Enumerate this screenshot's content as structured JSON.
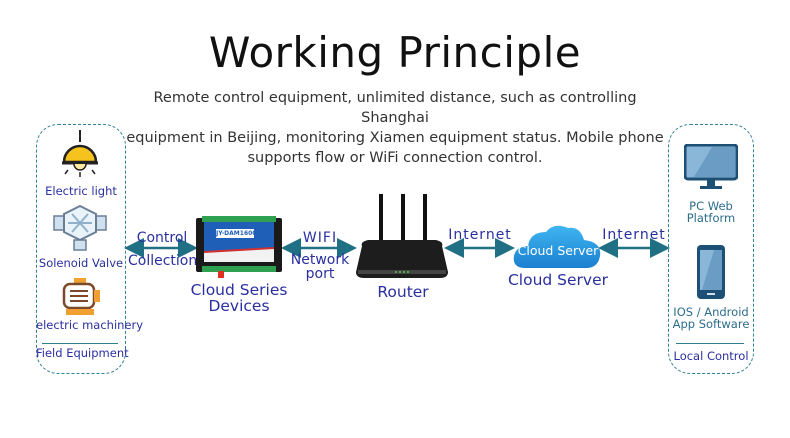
{
  "title": "Working Principle",
  "subtitle": [
    "Remote control equipment, unlimited distance, such as controlling Shanghai",
    "equipment in Beijing, monitoring Xiamen equipment status. Mobile phone",
    "supports flow or WiFi connection control."
  ],
  "field": {
    "items": [
      "Electric light",
      "Solenoid Valve",
      "electric machinery"
    ],
    "footer": "Field Equipment"
  },
  "links": {
    "control": "Control",
    "collection": "Collection",
    "wifi": "WIFI",
    "network": "Network",
    "port": "port",
    "internet1": "Internet",
    "internet2": "Internet"
  },
  "device": {
    "label1": "Cloud Series",
    "label2": "Devices",
    "model": "JY-DAM1600C"
  },
  "router": {
    "label": "Router"
  },
  "cloud": {
    "badge": "Cloud Server",
    "label": "Cloud Server"
  },
  "local": {
    "pc1": "PC Web",
    "pc2": "Platform",
    "app1": "IOS / Android",
    "app2": "App Software",
    "footer": "Local Control"
  },
  "colors": {
    "accent": "#2e7f93",
    "text": "#2a2fa0"
  }
}
